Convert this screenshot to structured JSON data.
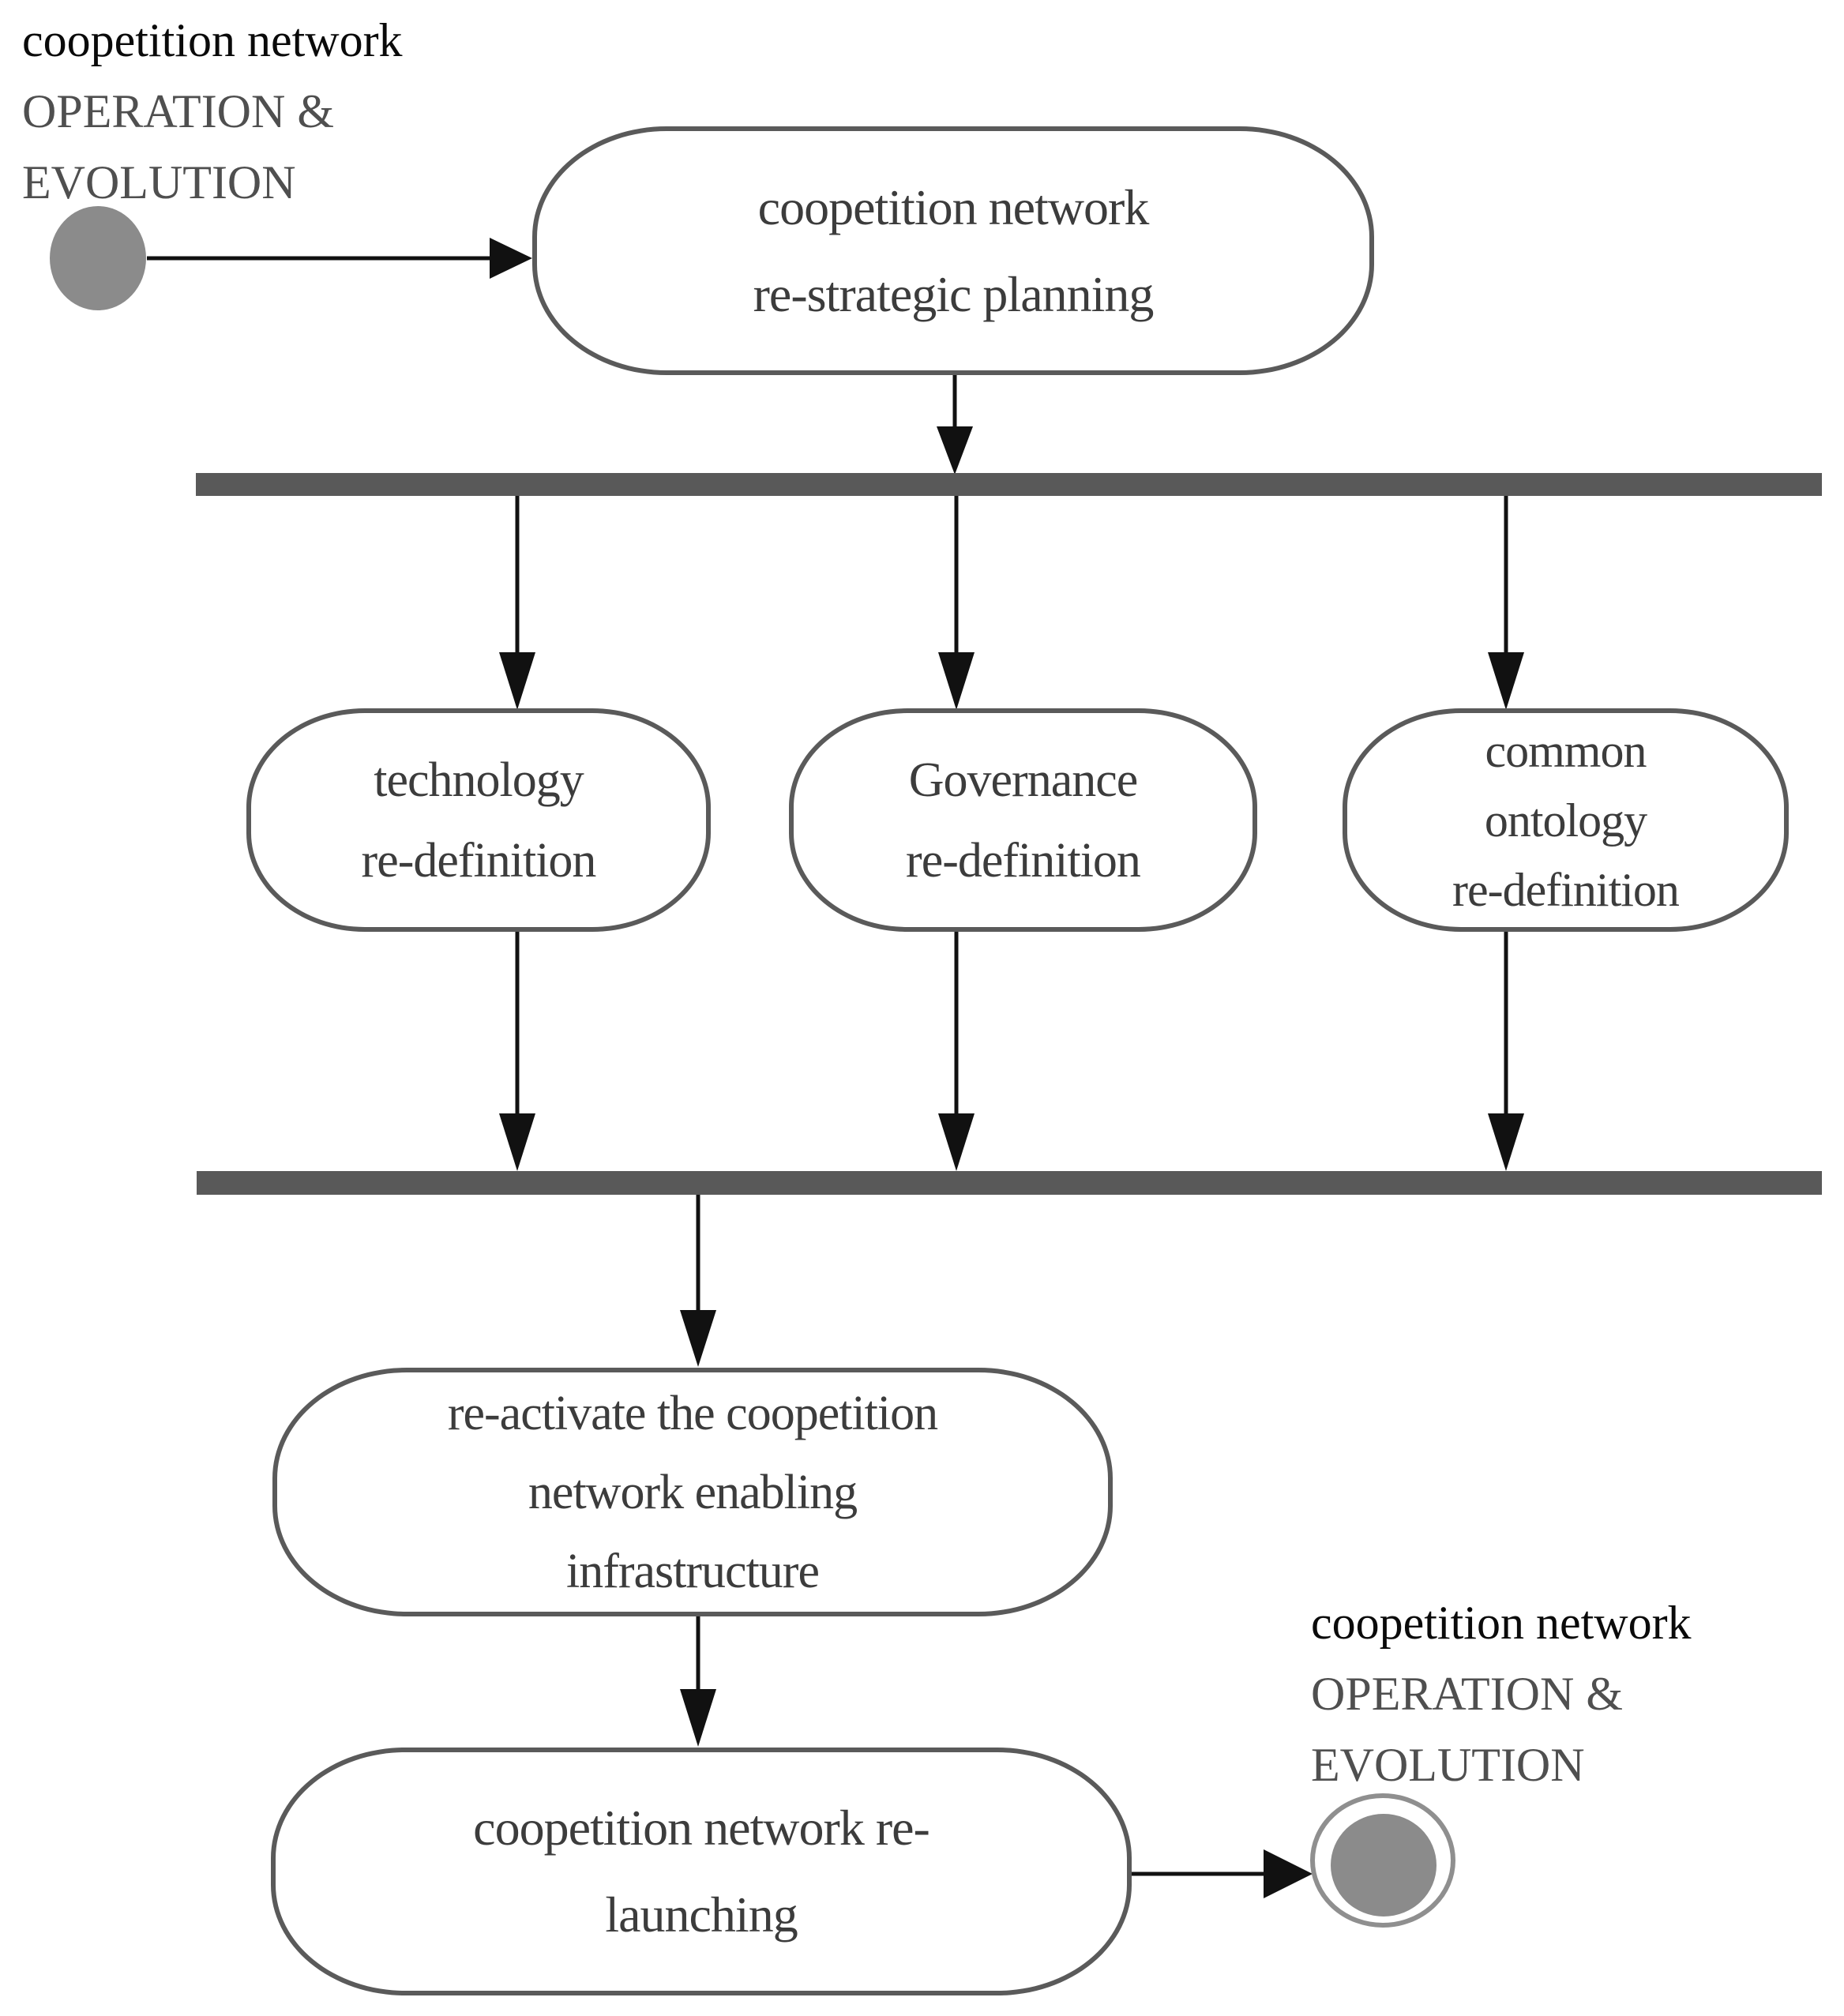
{
  "start_note": {
    "lines": [
      "coopetition network",
      "OPERATION &",
      "EVOLUTION"
    ]
  },
  "end_note": {
    "lines": [
      "coopetition network",
      "OPERATION &",
      "EVOLUTION"
    ]
  },
  "activities": {
    "strategic_planning": {
      "lines": [
        "coopetition network",
        "re-strategic planning"
      ]
    },
    "technology": {
      "lines": [
        "technology",
        "re-definition"
      ]
    },
    "governance": {
      "lines": [
        "Governance",
        "re-definition"
      ]
    },
    "ontology": {
      "lines": [
        "common",
        "ontology",
        "re-definition"
      ]
    },
    "reactivate": {
      "lines": [
        "re-activate the coopetition",
        "network enabling",
        "infrastructure"
      ]
    },
    "relaunch": {
      "lines": [
        "coopetition network re-",
        "launching"
      ]
    }
  },
  "nodes": {
    "initial": "initial-state",
    "final": "final-state"
  },
  "colors": {
    "sync_bar": "#595959",
    "activity_border": "#5a5a5a",
    "activity_text": "#3c3c3c",
    "note_black": "#0a0a0a",
    "note_gray": "#4f4f4f",
    "state_fill": "#8b8b8b",
    "final_ring": "#8f8f8f",
    "arrow": "#111111"
  }
}
